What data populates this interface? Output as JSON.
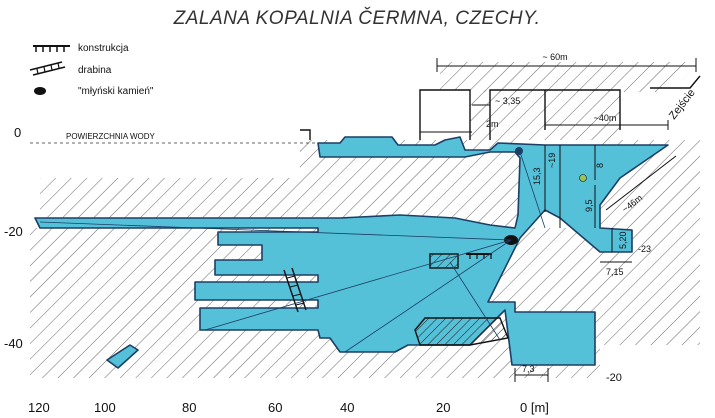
{
  "title": "ZALANA KOPALNIA ČERMNA, CZECHY.",
  "legend": [
    {
      "label": "konstrukcja",
      "icon": "construction-icon"
    },
    {
      "label": "drabina",
      "icon": "ladder-icon"
    },
    {
      "label": "\"młyński kamień\"",
      "icon": "millstone-icon"
    }
  ],
  "water_surface_label": "POWIERZCHNIA WODY",
  "entrance_label": "Zejście",
  "dimensions": {
    "top_length": "~ 60m",
    "shaft_width": "~ 3,35",
    "step_width": "2m",
    "chamber_width": "~40m",
    "slope_length": "~46m",
    "depth_a": "15,3",
    "depth_b": "~19",
    "depth_c": "8",
    "depth_d": "9,5",
    "depth_e": "5,20",
    "depth_side": "-23",
    "width_side": "7,15",
    "bottom_width": "7,3",
    "bottom_depth": "-20"
  },
  "y_axis_labels": [
    {
      "text": "0",
      "value": 0
    },
    {
      "text": "-20",
      "value": -20
    },
    {
      "text": "-40",
      "value": -40
    }
  ],
  "x_axis_labels": [
    {
      "text": "120",
      "value": 120
    },
    {
      "text": "100",
      "value": 100
    },
    {
      "text": "80",
      "value": 80
    },
    {
      "text": "60",
      "value": 60
    },
    {
      "text": "40",
      "value": 40
    },
    {
      "text": "20",
      "value": 20
    },
    {
      "text": "0 [m]",
      "value": 0
    }
  ],
  "colors": {
    "water": "#55c1d9",
    "outline": "#1c3f66",
    "hatch": "#555555"
  }
}
